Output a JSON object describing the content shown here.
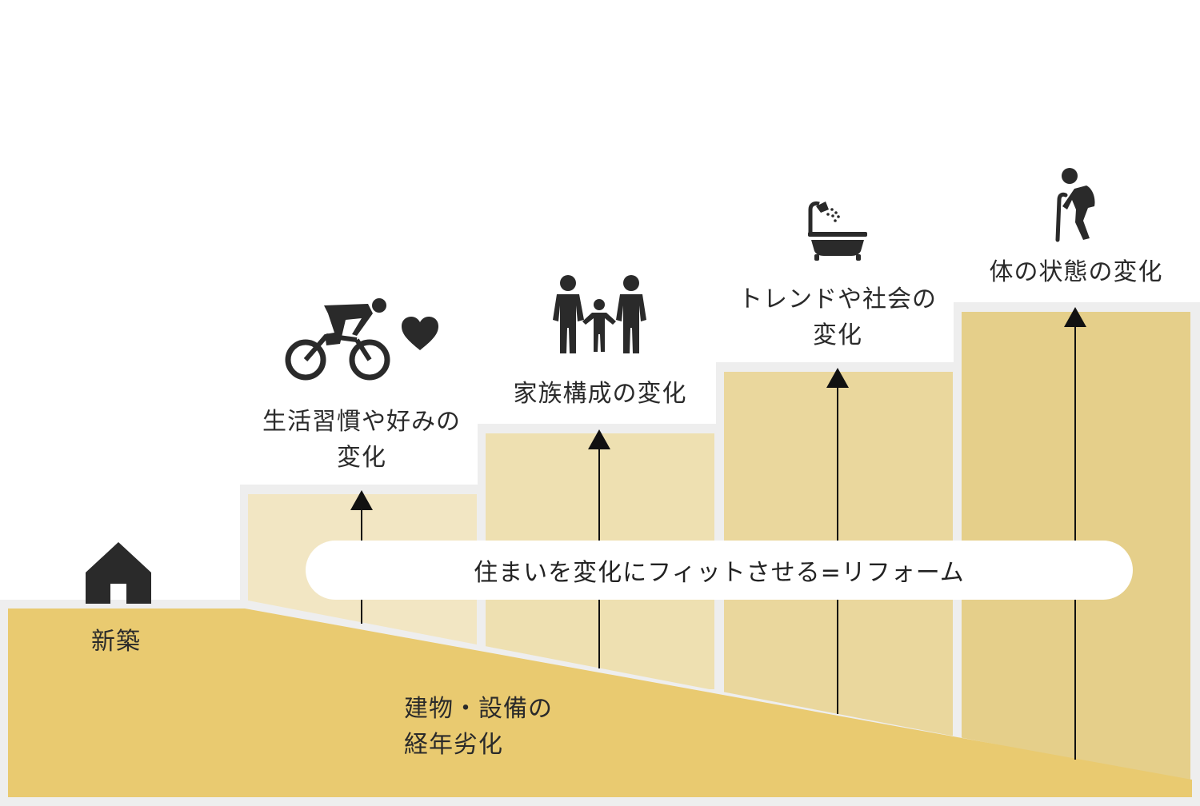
{
  "colors": {
    "step1": "#f2e6c3",
    "step2": "#eee0b1",
    "step3": "#ead79d",
    "step4": "#e5cf8a",
    "ground": "#e9ca70",
    "outline": "#eeeeee",
    "ink": "#2a2a2a"
  },
  "labels": {
    "new_build": "新築",
    "deterioration": [
      "建物・設備の",
      "経年劣化"
    ],
    "lifestyle": [
      "生活習慣や好みの",
      "変化"
    ],
    "family": "家族構成の変化",
    "trend": [
      "トレンドや社会の",
      "変化"
    ],
    "body": "体の状態の変化",
    "reform": "住まいを変化にフィットさせる=リフォーム"
  },
  "icons": {
    "house": "house-icon",
    "cyclist": "cyclist-icon",
    "heart": "heart-icon",
    "family": "family-icon",
    "bathtub": "bathtub-icon",
    "elderly": "elderly-with-cane-icon"
  }
}
